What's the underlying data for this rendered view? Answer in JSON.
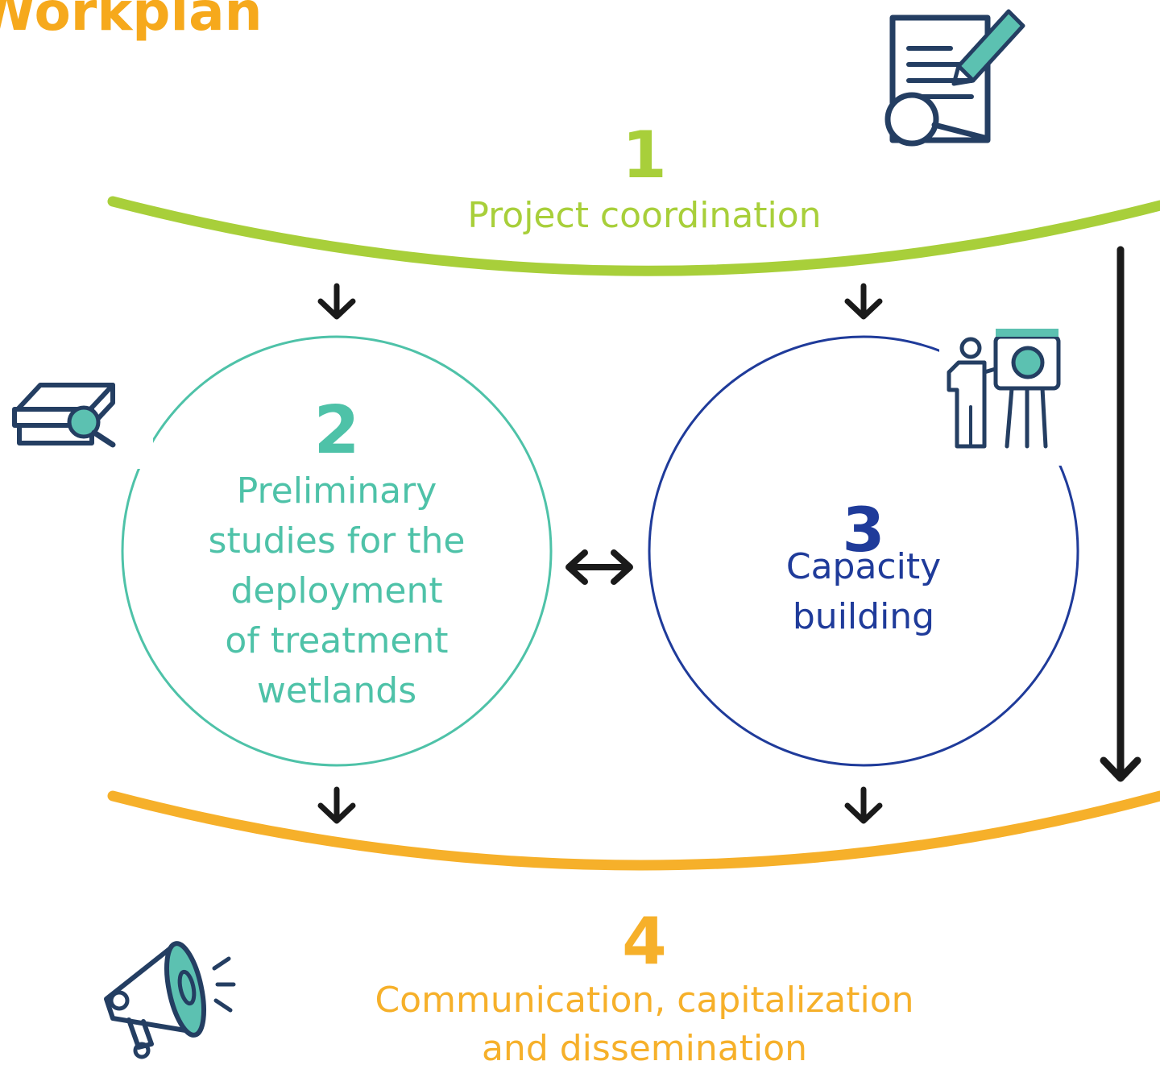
{
  "title": "Workplan",
  "colors": {
    "title": "#f6a91c",
    "coordination": "#a8cf3a",
    "studies": "#4ec2a8",
    "capacity": "#1f3b9a",
    "communication": "#f6b02a",
    "arrow": "#1a1a1a",
    "icon_stroke": "#243e62",
    "icon_accent": "#5cc1b1"
  },
  "steps": [
    {
      "number": "1",
      "label": "Project coordination",
      "icon": "document-pen-icon"
    },
    {
      "number": "2",
      "label_lines": [
        "Preliminary",
        "studies for the",
        "deployment",
        "of treatment",
        "wetlands"
      ],
      "icon": "books-magnifier-icon"
    },
    {
      "number": "3",
      "label_lines": [
        "Capacity",
        "building"
      ],
      "icon": "presenter-easel-icon"
    },
    {
      "number": "4",
      "label_lines": [
        "Communication, capitalization",
        "and dissemination"
      ],
      "icon": "megaphone-icon"
    }
  ]
}
